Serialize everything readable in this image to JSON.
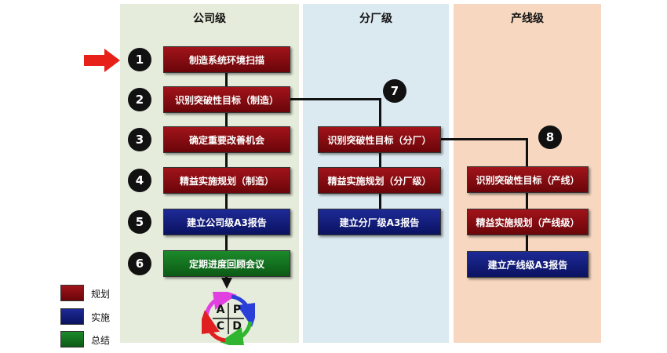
{
  "columns": {
    "company": "公司级",
    "plant": "分厂级",
    "line": "产线级"
  },
  "steps": [
    {
      "num": "1",
      "label": "制造系统环境扫描",
      "type": "plan"
    },
    {
      "num": "2",
      "label": "识别突破性目标（制造）",
      "type": "plan"
    },
    {
      "num": "3",
      "label": "确定重要改善机会",
      "type": "plan"
    },
    {
      "num": "4",
      "label": "精益实施规划（制造）",
      "type": "plan"
    },
    {
      "num": "5",
      "label": "建立公司级A3报告",
      "type": "implement"
    },
    {
      "num": "6",
      "label": "定期进度回顾会议",
      "type": "summary"
    }
  ],
  "plant_boxes": [
    {
      "label": "识别突破性目标（分厂）",
      "type": "plan"
    },
    {
      "label": "精益实施规划（分厂级）",
      "type": "plan"
    },
    {
      "label": "建立分厂级A3报告",
      "type": "implement"
    }
  ],
  "line_boxes": [
    {
      "label": "识别突破性目标（产线）",
      "type": "plan"
    },
    {
      "label": "精益实施规划（产线级）",
      "type": "plan"
    },
    {
      "label": "建立产线级A3报告",
      "type": "implement"
    }
  ],
  "branch_numbers": {
    "plant": "7",
    "line": "8"
  },
  "pdca": {
    "a": "A",
    "p": "P",
    "c": "C",
    "d": "D"
  },
  "legend": [
    {
      "label": "规划",
      "color": "#7a0a0e"
    },
    {
      "label": "实施",
      "color": "#0e177a"
    },
    {
      "label": "总结",
      "color": "#0e6a1c"
    }
  ],
  "colors": {
    "plan": "#8b0d12",
    "implement": "#101a80",
    "summary": "#137a22",
    "arrow": "#e8201a"
  },
  "icons": [
    "red-right-arrow-icon",
    "pdca-cycle-icon"
  ]
}
